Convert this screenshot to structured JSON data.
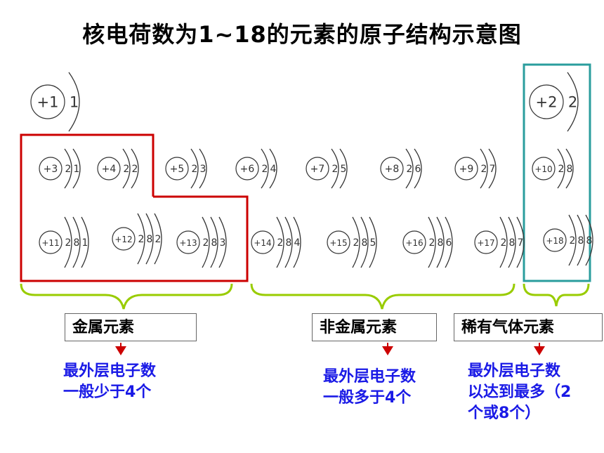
{
  "title": "核电荷数为1~18的元素的原子结构示意图",
  "atoms": [
    {
      "z": "+1",
      "shells": [
        "1"
      ]
    },
    {
      "z": "+2",
      "shells": [
        "2"
      ]
    },
    {
      "z": "+3",
      "shells": [
        "2",
        "1"
      ]
    },
    {
      "z": "+4",
      "shells": [
        "2",
        "2"
      ]
    },
    {
      "z": "+5",
      "shells": [
        "2",
        "3"
      ]
    },
    {
      "z": "+6",
      "shells": [
        "2",
        "4"
      ]
    },
    {
      "z": "+7",
      "shells": [
        "2",
        "5"
      ]
    },
    {
      "z": "+8",
      "shells": [
        "2",
        "6"
      ]
    },
    {
      "z": "+9",
      "shells": [
        "2",
        "7"
      ]
    },
    {
      "z": "+10",
      "shells": [
        "2",
        "8"
      ]
    },
    {
      "z": "+11",
      "shells": [
        "2",
        "8",
        "1"
      ]
    },
    {
      "z": "+12",
      "shells": [
        "2",
        "8",
        "2"
      ]
    },
    {
      "z": "+13",
      "shells": [
        "2",
        "8",
        "3"
      ]
    },
    {
      "z": "+14",
      "shells": [
        "2",
        "8",
        "4"
      ]
    },
    {
      "z": "+15",
      "shells": [
        "2",
        "8",
        "5"
      ]
    },
    {
      "z": "+16",
      "shells": [
        "2",
        "8",
        "6"
      ]
    },
    {
      "z": "+17",
      "shells": [
        "2",
        "8",
        "7"
      ]
    },
    {
      "z": "+18",
      "shells": [
        "2",
        "8",
        "8"
      ]
    }
  ],
  "groups": [
    {
      "label": "金属元素",
      "description": "最外层电子数\n一般少于4个"
    },
    {
      "label": "非金属元素",
      "description": "最外层电子数\n一般多于4个"
    },
    {
      "label": "稀有气体元素",
      "description": "最外层电子数\n以达到最多（2\n个或8个）"
    }
  ],
  "colors": {
    "metal_outline": "#cc0000",
    "noble_outline": "#2a9d9d",
    "brace": "#99cc00",
    "arrow": "#cc0000",
    "description_text": "#1a1ae6"
  }
}
